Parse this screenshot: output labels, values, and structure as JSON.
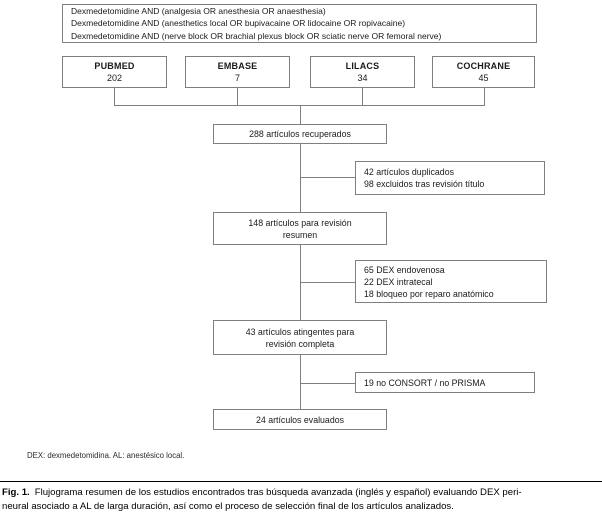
{
  "figure": {
    "search_queries": {
      "lines": [
        "Dexmedetomidine AND (analgesia OR anesthesia OR anaesthesia)",
        "Dexmedetomidine AND (anesthetics local OR bupivacaine OR lidocaine OR ropivacaine)",
        "Dexmedetomidine AND (nerve block OR brachial plexus block OR sciatic nerve OR femoral nerve)"
      ]
    },
    "databases": [
      {
        "name": "PUBMED",
        "count": "202"
      },
      {
        "name": "EMBASE",
        "count": "7"
      },
      {
        "name": "LILACS",
        "count": "34"
      },
      {
        "name": "COCHRANE",
        "count": "45"
      }
    ],
    "flow": {
      "retrieved": "288 artículos recuperados",
      "abstract_review_line1": "148 artículos para revisión",
      "abstract_review_line2": "resumen",
      "full_review_line1": "43 artículos atingentes para",
      "full_review_line2": "revisión completa",
      "evaluated": "24 artículos evaluados"
    },
    "exclusions": {
      "first": {
        "lines": [
          "42 artículos duplicados",
          "98 excluidos tras revisión título"
        ]
      },
      "second": {
        "lines": [
          "65 DEX endovenosa",
          "22 DEX intratecal",
          "18 bloqueo por reparo anatómico"
        ]
      },
      "third": {
        "lines": [
          "19 no CONSORT / no PRISMA"
        ]
      }
    },
    "footnote": "DEX: dexmedetomidina. AL: anestésico local.",
    "caption": {
      "fig_label": "Fig. 1.",
      "line1": "Flujograma resumen de los estudios encontrados tras búsqueda avanzada (inglés y español) evaluando DEX peri-",
      "line2": "neural asociado a AL de larga duración, así como el proceso de selección final de los artículos analizados."
    },
    "colors": {
      "border_gray": "#7f7f7f",
      "rule_black": "#000000",
      "background": "#ffffff"
    }
  }
}
